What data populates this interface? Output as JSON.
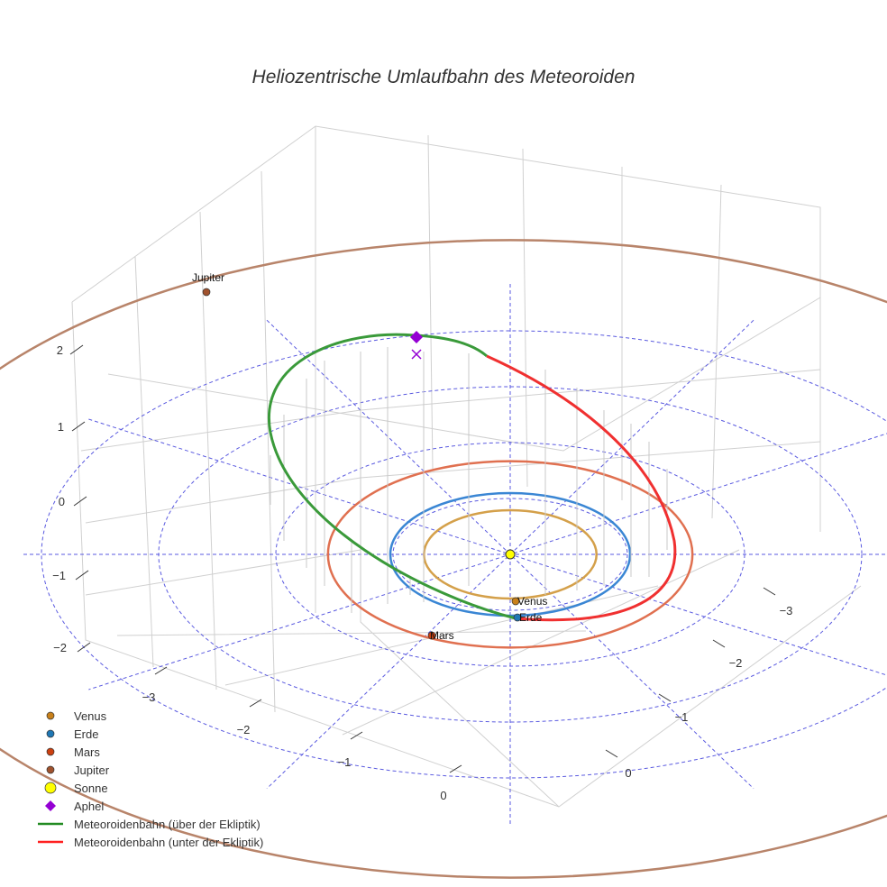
{
  "chart_data": {
    "type": "scatter3d",
    "title": "Heliozentrische Umlaufbahn des Meteoroiden",
    "axes": {
      "x_ticks": [
        "−3",
        "−2",
        "−1",
        "0"
      ],
      "y_ticks": [
        "−3",
        "−2",
        "−1",
        "0"
      ],
      "z_ticks": [
        "2",
        "1",
        "0",
        "−1",
        "−2"
      ]
    },
    "planets": [
      {
        "name": "Venus",
        "orbit_radius_au": 0.72,
        "color": "#d4a04a",
        "marker_color": "#c8801a"
      },
      {
        "name": "Erde",
        "orbit_radius_au": 1.0,
        "color": "#3a86d4",
        "marker_color": "#1f77b4"
      },
      {
        "name": "Mars",
        "orbit_radius_au": 1.52,
        "color": "#e07050",
        "marker_color": "#cc4010"
      },
      {
        "name": "Jupiter",
        "orbit_radius_au": 5.2,
        "color": "#b8846a",
        "marker_color": "#a0522d"
      }
    ],
    "annotations": {
      "jupiter": "Jupiter",
      "venus": "Venus",
      "erde": "Erde",
      "mars": "Mars"
    },
    "legend": {
      "position": "bottom-left",
      "items": [
        {
          "label": "Venus",
          "symbol": "circle",
          "color": "#c8801a"
        },
        {
          "label": "Erde",
          "symbol": "circle",
          "color": "#1f77b4"
        },
        {
          "label": "Mars",
          "symbol": "circle",
          "color": "#cc4010"
        },
        {
          "label": "Jupiter",
          "symbol": "circle",
          "color": "#a0522d"
        },
        {
          "label": "Sonne",
          "symbol": "circle-large",
          "color": "#ffff00"
        },
        {
          "label": "Aphel",
          "symbol": "diamond",
          "color": "#9400d3"
        },
        {
          "label": "Meteoroidenbahn (über der Ekliptik)",
          "symbol": "line",
          "color": "#228b22"
        },
        {
          "label": "Meteoroidenbahn (unter der Ekliptik)",
          "symbol": "line",
          "color": "#ff2020"
        }
      ]
    }
  }
}
